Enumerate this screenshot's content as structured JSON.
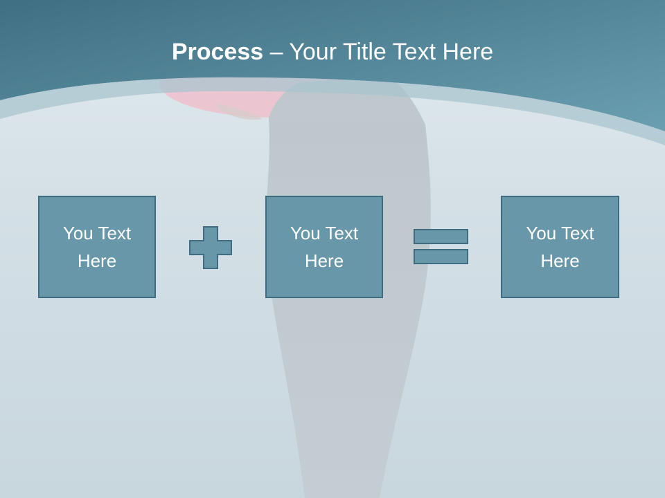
{
  "title": {
    "bold": "Process",
    "rest": " – Your Title Text Here"
  },
  "boxes": [
    {
      "label": "You Text Here"
    },
    {
      "label": "You Text Here"
    },
    {
      "label": "You Text Here"
    }
  ],
  "operators": [
    "plus-icon",
    "equals-icon"
  ],
  "colors": {
    "header": "#4f8599",
    "box_fill": "#6797a9",
    "box_border": "#3e6c80",
    "text": "#ffffff"
  }
}
